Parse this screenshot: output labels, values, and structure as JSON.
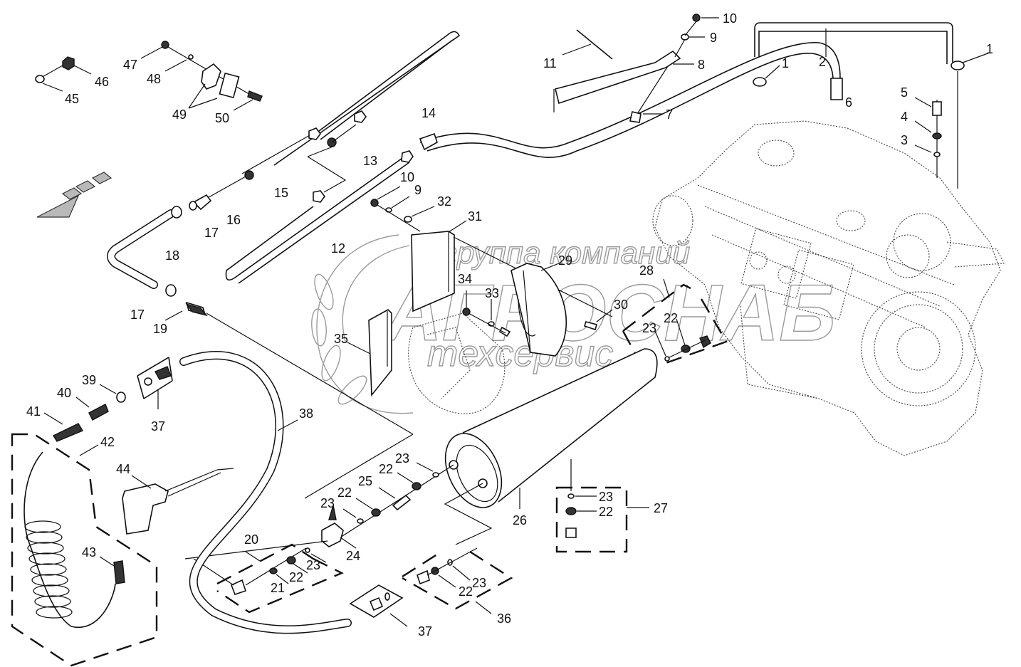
{
  "diagram": {
    "type": "exploded-parts-diagram",
    "subject": "compressed air system with air reservoir and blow gun",
    "watermark": {
      "line1": "группа компаний",
      "line2": "АГРОСНАБ",
      "line3": "техсервис"
    },
    "colors": {
      "line": "#111111",
      "watermark": "#9a9a9a",
      "hatch": "#b9b9b9",
      "background": "#ffffff"
    },
    "callouts": {
      "c1a": "1",
      "c1b": "1",
      "c2": "2",
      "c3": "3",
      "c4": "4",
      "c5": "5",
      "c6": "6",
      "c7": "7",
      "c8": "8",
      "c9a": "9",
      "c9b": "9",
      "c10a": "10",
      "c10b": "10",
      "c11": "11",
      "c12": "12",
      "c13": "13",
      "c14": "14",
      "c15": "15",
      "c16": "16",
      "c17a": "17",
      "c17b": "17",
      "c18": "18",
      "c19": "19",
      "c20": "20",
      "c21": "21",
      "c22a": "22",
      "c22b": "22",
      "c22c": "22",
      "c22d": "22",
      "c22e": "22",
      "c22f": "22",
      "c23a": "23",
      "c23b": "23",
      "c23c": "23",
      "c23d": "23",
      "c23e": "23",
      "c23f": "23",
      "c24": "24",
      "c25": "25",
      "c26": "26",
      "c27": "27",
      "c28": "28",
      "c29": "29",
      "c30": "30",
      "c31": "31",
      "c32": "32",
      "c33": "33",
      "c34": "34",
      "c35": "35",
      "c36": "36",
      "c37a": "37",
      "c37b": "37",
      "c38": "38",
      "c39": "39",
      "c40": "40",
      "c41": "41",
      "c42": "42",
      "c43": "43",
      "c44": "44",
      "c45": "45",
      "c46": "46",
      "c47": "47",
      "c48": "48",
      "c49": "49",
      "c50": "50"
    },
    "direction_indicator": "forward-direction-arrow"
  }
}
